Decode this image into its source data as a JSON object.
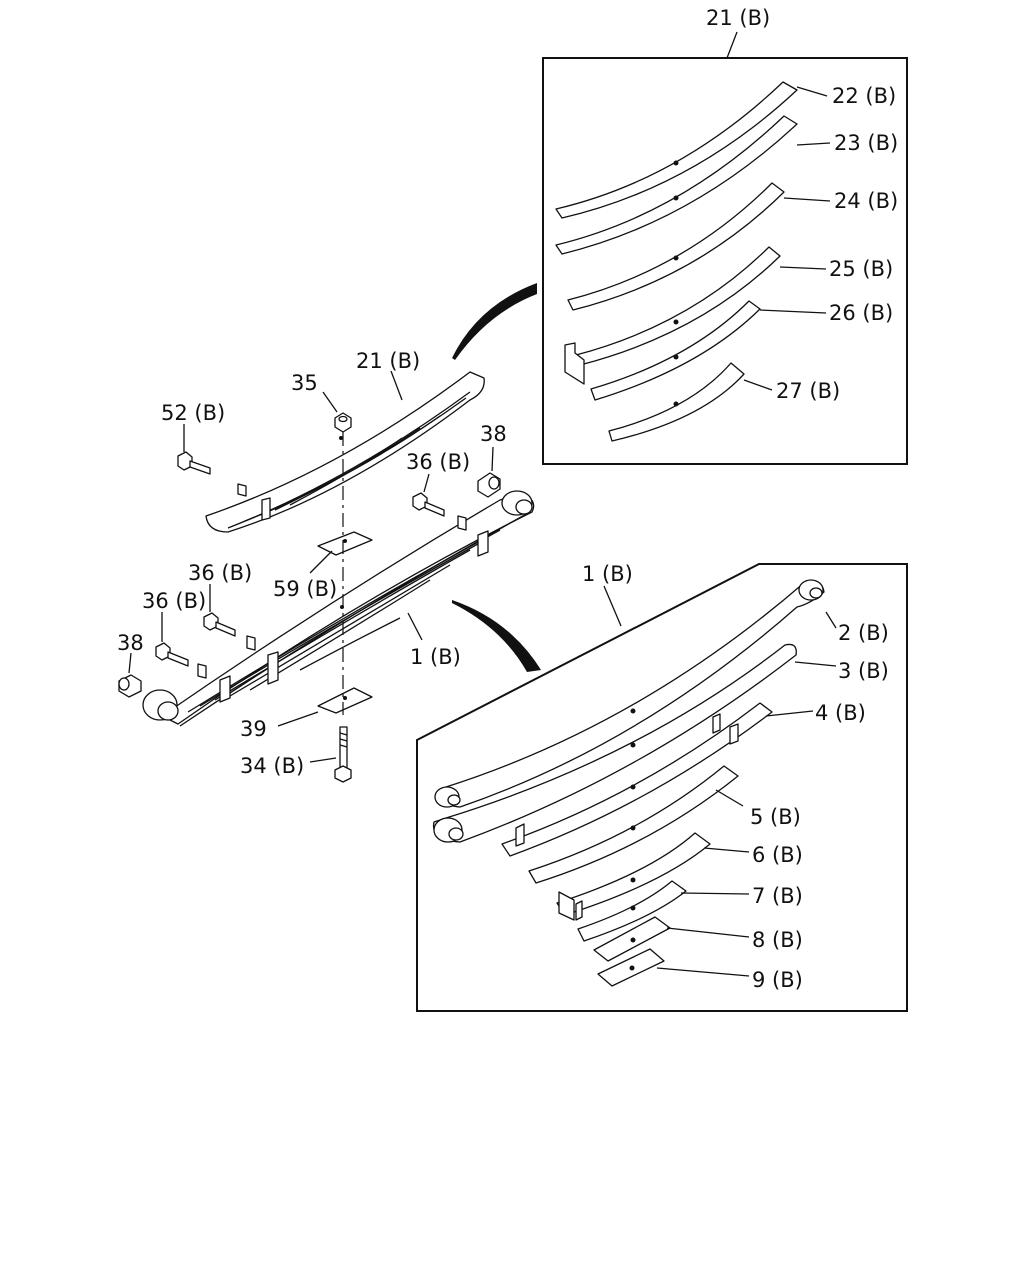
{
  "labels": {
    "detail_top_title": "21 (B)",
    "p22": "22 (B)",
    "p23": "23 (B)",
    "p24": "24 (B)",
    "p25": "25 (B)",
    "p26": "26 (B)",
    "p27": "27 (B)",
    "p21": "21 (B)",
    "p35": "35",
    "p52": "52 (B)",
    "p38a": "38",
    "p36a": "36 (B)",
    "p59": "59 (B)",
    "p36b": "36 (B)",
    "p36c": "36 (B)",
    "p38b": "38",
    "p1": "1 (B)",
    "p39": "39",
    "p34": "34 (B)",
    "detail_bottom_title": "1 (B)",
    "p2": "2 (B)",
    "p3": "3 (B)",
    "p4": "4 (B)",
    "p5": "5 (B)",
    "p6": "6 (B)",
    "p7": "7 (B)",
    "p8": "8 (B)",
    "p9": "9 (B)"
  }
}
